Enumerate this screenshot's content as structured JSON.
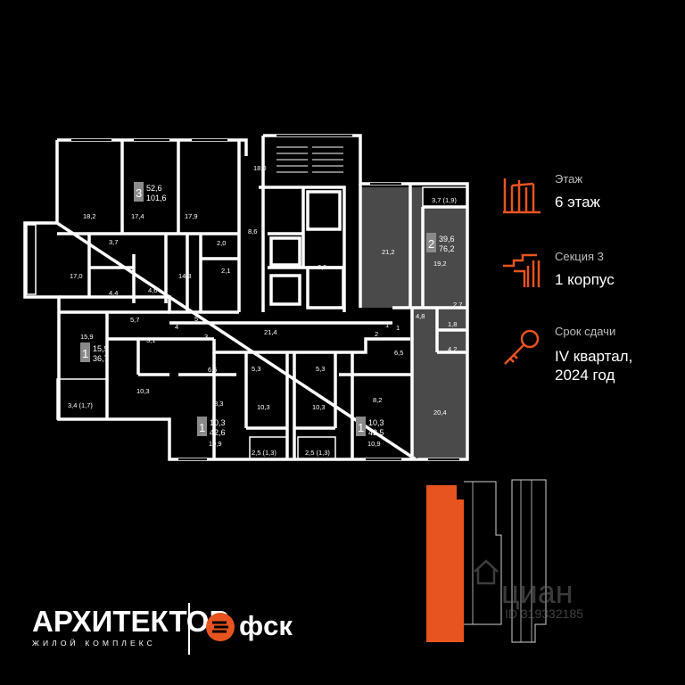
{
  "info": {
    "floor_label": "Этаж",
    "floor_value": "6 этаж",
    "section_label": "Секция 3",
    "section_value": "1 корпус",
    "deadline_label": "Срок сдачи",
    "deadline_line1": "IV квартал,",
    "deadline_line2": "2024 год"
  },
  "apartments": [
    {
      "rooms": "3",
      "living": "52,6",
      "total": "101,6"
    },
    {
      "rooms": "2",
      "living": "39,6",
      "total": "76,2"
    },
    {
      "rooms": "1",
      "living": "15,9",
      "total": "36,7"
    },
    {
      "rooms": "1",
      "living": "10,3",
      "total": "42,6"
    },
    {
      "rooms": "1",
      "living": "10,3",
      "total": "42,5"
    }
  ],
  "areas": [
    "18,0",
    "18,2",
    "17,4",
    "17,9",
    "3,7",
    "17,0",
    "4,4",
    "4,6",
    "2,0",
    "2,1",
    "14,3",
    "8,6",
    "8,5",
    "21,2",
    "3,7 (1,9)",
    "19,2",
    "2,7",
    "1,8",
    "4,2",
    "4,8",
    "20,4",
    "6,5",
    "15,9",
    "5,7",
    "3,1",
    "5",
    "4",
    "3",
    "21,4",
    "2",
    "1",
    "6,5",
    "5,3",
    "5,3",
    "8,3",
    "8,2",
    "10,3",
    "10,3",
    "10,3",
    "10,9",
    "10,9",
    "2,5 (1,3)",
    "2,5 (1,3)",
    "3,4 (1,7)",
    "1"
  ],
  "logo": {
    "name": "АРХИТЕКТОР",
    "subtitle": "ЖИЛОЙ КОМПЛЕКС",
    "developer": "фск"
  },
  "watermark": {
    "brand": "циан",
    "id": "ID 319332185"
  },
  "colors": {
    "background": "#000000",
    "walls": "#ffffff",
    "accent": "#e8541f",
    "highlight_apartment": "#4a4a4a"
  },
  "icons": [
    "building-icon",
    "stairs-icon",
    "key-icon",
    "fsk-logo-icon",
    "building-section-icon",
    "cian-house-icon"
  ]
}
